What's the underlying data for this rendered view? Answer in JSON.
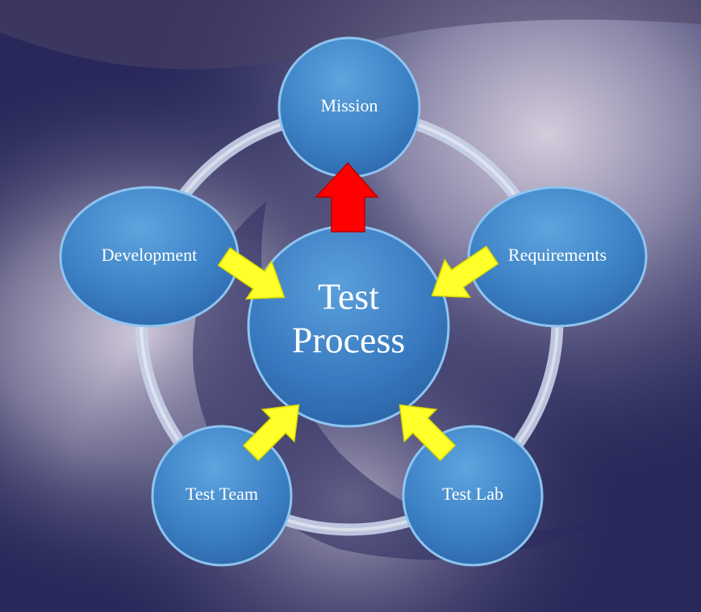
{
  "center": {
    "line1": "Test",
    "line2": "Process"
  },
  "nodes": {
    "mission": "Mission",
    "requirements": "Requirements",
    "development": "Development",
    "test_team": "Test Team",
    "test_lab": "Test Lab"
  },
  "colors": {
    "background": "#28285a",
    "node_fill": "#3f86c8",
    "ring": "#c8d2e8",
    "input_arrow": "#ffff2a",
    "output_arrow": "#ff0000"
  }
}
